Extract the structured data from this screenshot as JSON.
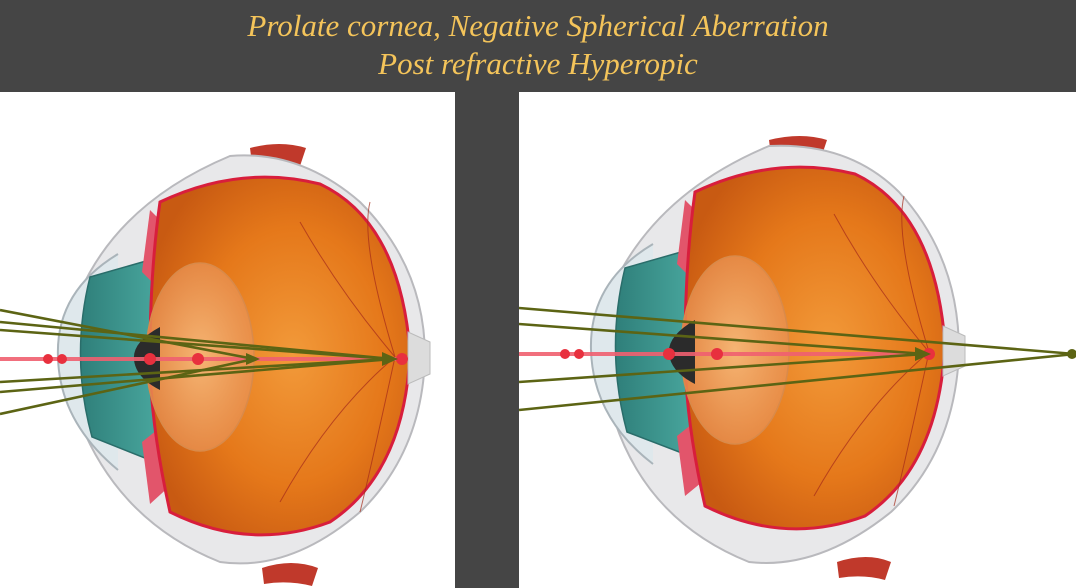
{
  "title": {
    "line1": "Prolate cornea, Negative Spherical Aberration",
    "line2": "Post refractive Hyperopic"
  },
  "colors": {
    "header_bg": "#454545",
    "title_text": "#f4c45a",
    "ray": "#5c6414",
    "axis_ray": "#f05060",
    "vitreous": "#e8801e",
    "iris": "#3e9c94",
    "sclera": "#e6e6e6",
    "retina_rim": "#d81e3c"
  },
  "panels": [
    {
      "name": "left-eye",
      "description_shown": "",
      "focus": "inside-eye"
    },
    {
      "name": "right-eye",
      "description_shown": "",
      "focus": "behind-eye"
    }
  ]
}
